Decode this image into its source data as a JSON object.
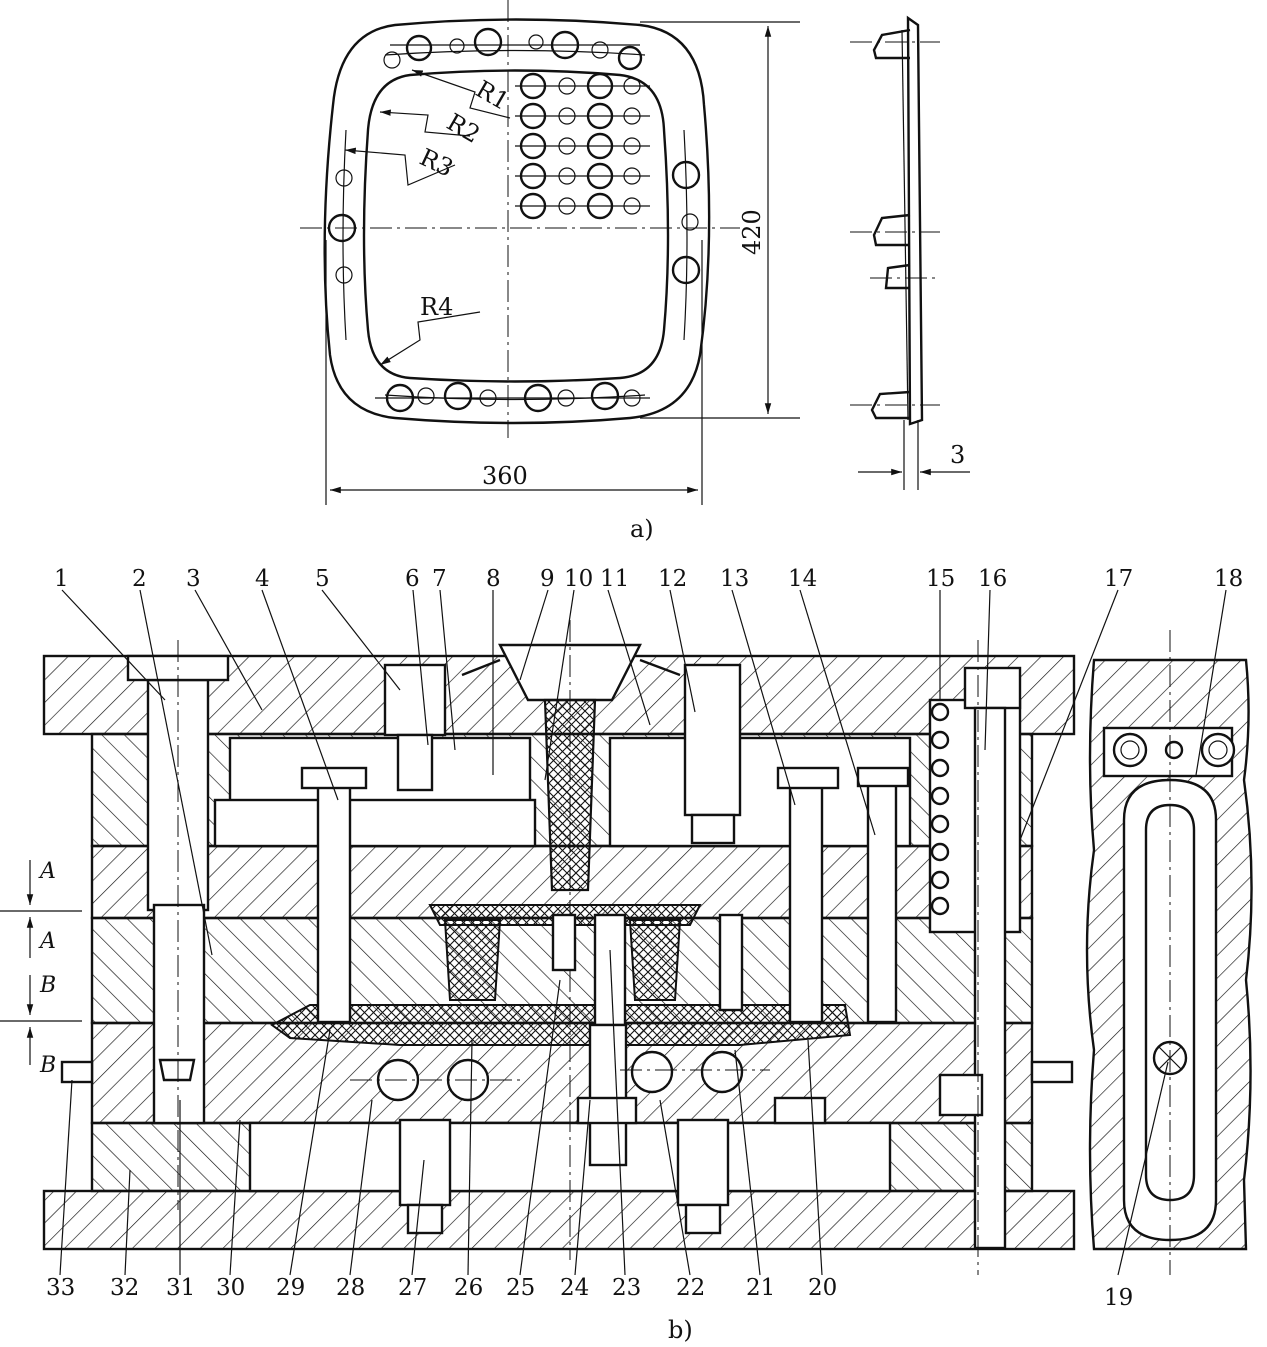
{
  "figure_a": {
    "caption": "a)",
    "width_dim": "360",
    "height_dim": "420",
    "thickness_dim": "3",
    "radius_labels": [
      "R1",
      "R2",
      "R3",
      "R4"
    ]
  },
  "figure_b": {
    "caption": "b)",
    "section_marks": [
      "A",
      "A",
      "B",
      "B"
    ],
    "top_part_numbers": [
      "1",
      "2",
      "3",
      "4",
      "5",
      "6",
      "7",
      "8",
      "9",
      "10",
      "11",
      "12",
      "13",
      "14",
      "15",
      "16",
      "17",
      "18"
    ],
    "bottom_part_numbers": [
      "33",
      "32",
      "31",
      "30",
      "29",
      "28",
      "27",
      "26",
      "25",
      "24",
      "23",
      "22",
      "21",
      "20"
    ],
    "side_part_number": "19"
  },
  "colors": {
    "line": "#111111",
    "background": "#ffffff"
  }
}
